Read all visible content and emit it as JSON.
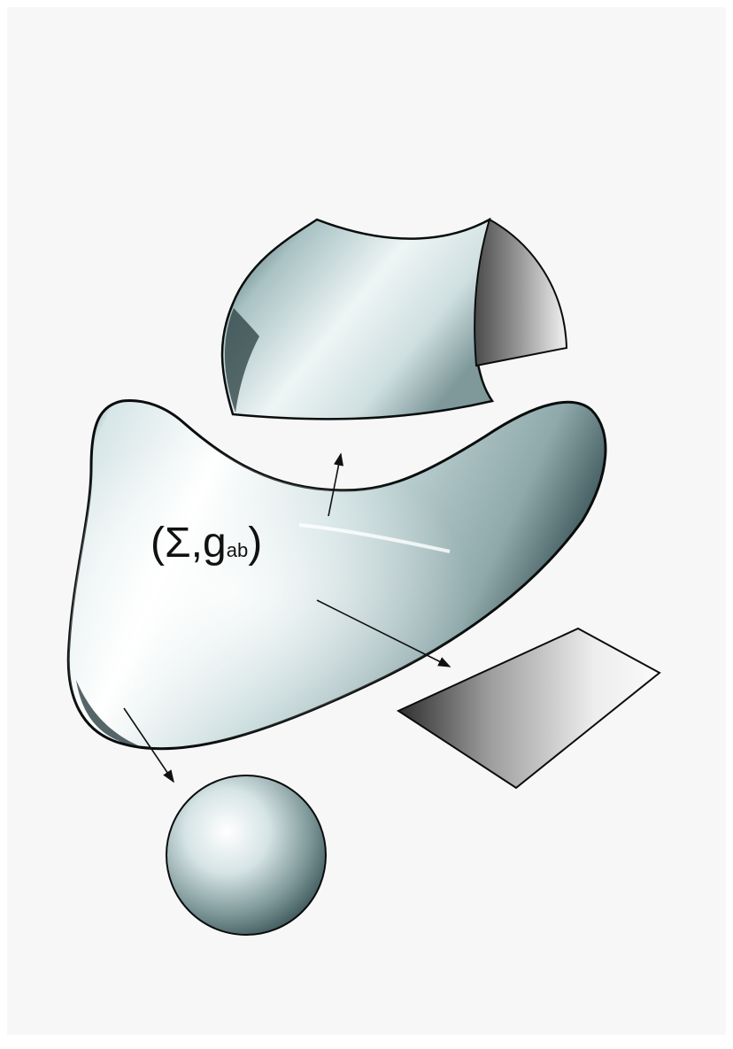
{
  "figure": {
    "label": {
      "open_paren": "(",
      "sigma": "Σ,",
      "g": "g",
      "subscript": "ab",
      "close_paren": ")"
    },
    "colors": {
      "surface_light": "#f4f9f9",
      "surface_mid": "#b7cdcf",
      "surface_dark": "#3c5a5d",
      "outline": "#0a0d0d",
      "background": "#f7f7f7"
    },
    "parts": [
      "main-surface",
      "saddle-patch",
      "flat-plane",
      "sphere"
    ]
  }
}
